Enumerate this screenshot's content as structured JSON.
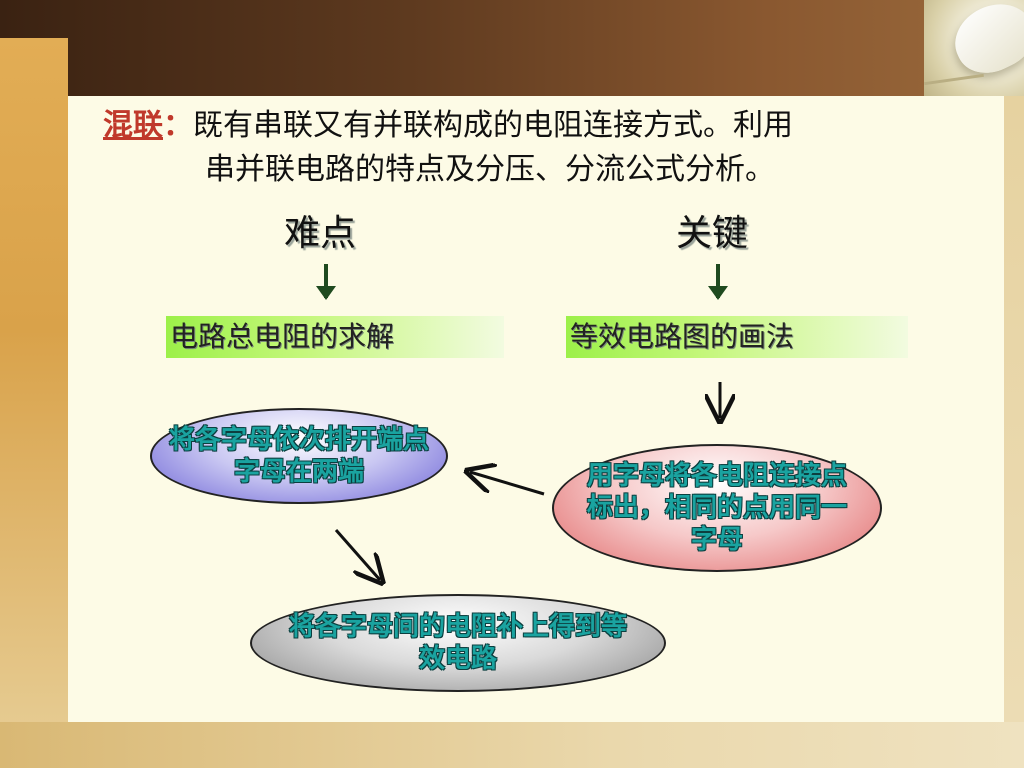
{
  "slide": {
    "term": "混联",
    "colon": "：",
    "definition_line1": "既有串联又有并联构成的电阻连接方式。利用",
    "definition_line2": "串并联电路的特点及分压、分流公式分析。",
    "difficulty_heading": "难点",
    "key_heading": "关键",
    "difficulty_box": "电路总电阻的求解",
    "key_box": "等效电路图的画法",
    "step_label_points": "用字母将各电阻连接点标出，相同的点用同一字母",
    "step_arrange_letters": "将各字母依次排开端点字母在两端",
    "step_fill_resistors": "将各字母间的电阻补上得到等效电路"
  },
  "colors": {
    "term_red": "#c0392b",
    "ellipse_text_teal": "#1aa3a0",
    "arrow_green": "#1f4a1f",
    "box_green": "#9cf049"
  }
}
